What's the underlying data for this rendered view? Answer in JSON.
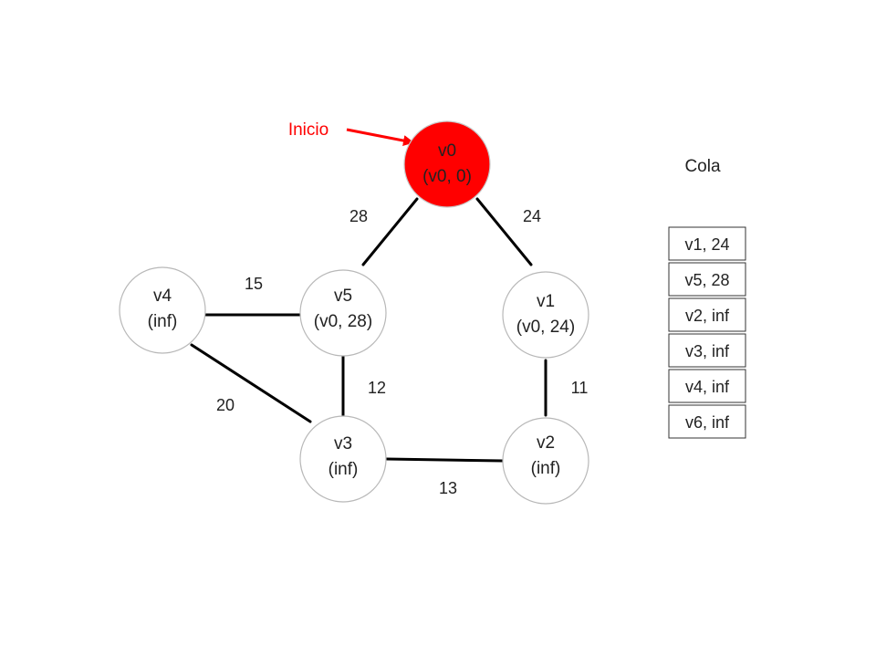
{
  "colors": {
    "start_node": "#ff0000",
    "pointer": "#ff0000",
    "edge": "#000000",
    "node_fill": "#ffffff"
  },
  "pointer": {
    "label": "Inicio"
  },
  "nodes": [
    {
      "id": "v0",
      "name": "v0",
      "value": "(v0, 0)",
      "start": true
    },
    {
      "id": "v1",
      "name": "v1",
      "value": "(v0, 24)"
    },
    {
      "id": "v2",
      "name": "v2",
      "value": "(inf)"
    },
    {
      "id": "v3",
      "name": "v3",
      "value": "(inf)"
    },
    {
      "id": "v4",
      "name": "v4",
      "value": "(inf)"
    },
    {
      "id": "v5",
      "name": "v5",
      "value": "(v0, 28)"
    }
  ],
  "edges": [
    {
      "from": "v0",
      "to": "v5",
      "weight": "28"
    },
    {
      "from": "v0",
      "to": "v1",
      "weight": "24"
    },
    {
      "from": "v4",
      "to": "v5",
      "weight": "15"
    },
    {
      "from": "v5",
      "to": "v3",
      "weight": "12"
    },
    {
      "from": "v1",
      "to": "v2",
      "weight": "11"
    },
    {
      "from": "v4",
      "to": "v3",
      "weight": "20"
    },
    {
      "from": "v3",
      "to": "v2",
      "weight": "13"
    }
  ],
  "queue": {
    "title": "Cola",
    "items": [
      "v1, 24",
      "v5, 28",
      "v2, inf",
      "v3, inf",
      "v4, inf",
      "v6, inf"
    ]
  }
}
